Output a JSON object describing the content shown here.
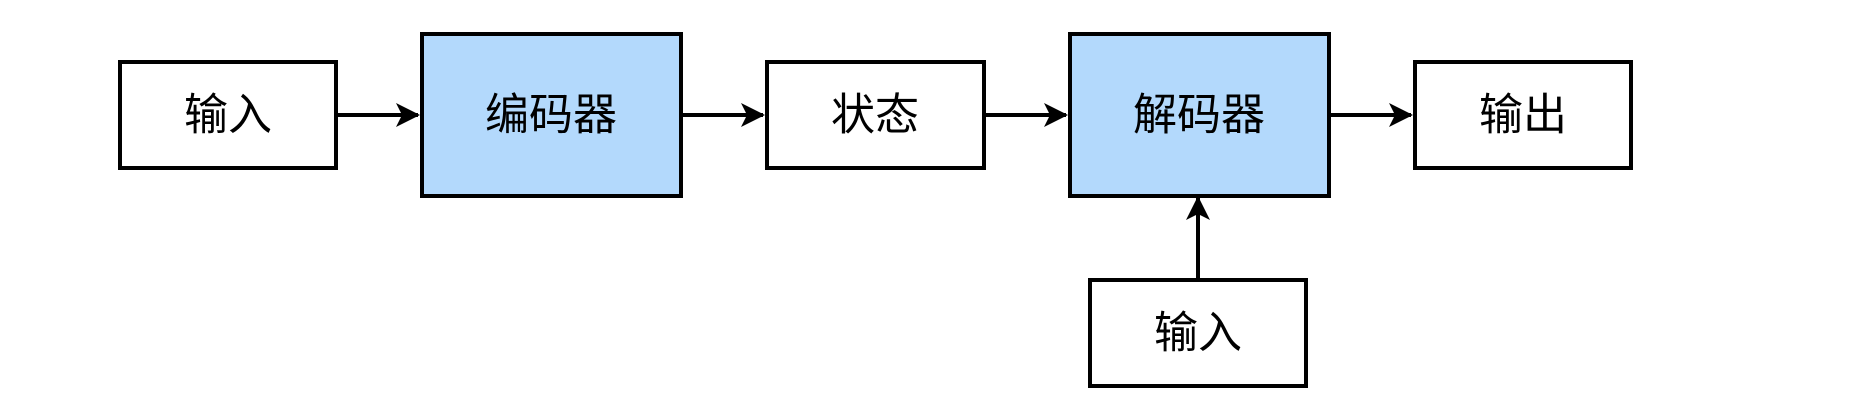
{
  "colors": {
    "plain_fill": "#ffffff",
    "model_fill": "#b3d9fc",
    "stroke": "#000000"
  },
  "nodes": {
    "encoder_input": {
      "label": "输入",
      "kind": "plain"
    },
    "encoder": {
      "label": "编码器",
      "kind": "model"
    },
    "state": {
      "label": "状态",
      "kind": "plain"
    },
    "decoder": {
      "label": "解码器",
      "kind": "model"
    },
    "output": {
      "label": "输出",
      "kind": "plain"
    },
    "decoder_input": {
      "label": "输入",
      "kind": "plain"
    }
  },
  "edges": [
    {
      "from": "encoder_input",
      "to": "encoder"
    },
    {
      "from": "encoder",
      "to": "state"
    },
    {
      "from": "state",
      "to": "decoder"
    },
    {
      "from": "decoder",
      "to": "output"
    },
    {
      "from": "decoder_input",
      "to": "decoder"
    }
  ]
}
